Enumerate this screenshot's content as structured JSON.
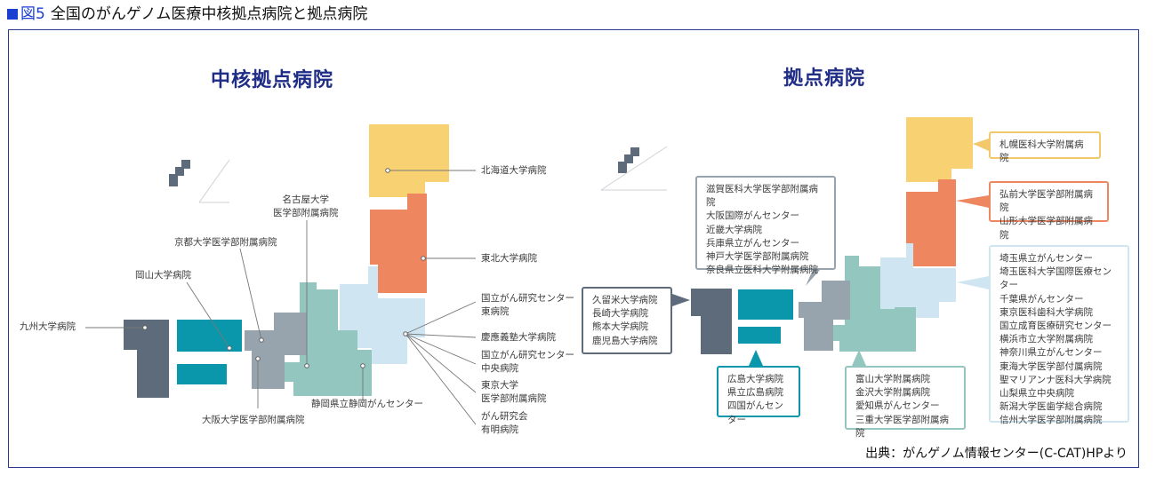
{
  "figure": {
    "label": "図5",
    "title": "全国のがんゲノム医療中核拠点病院と拠点病院"
  },
  "colors": {
    "hokkaido": "#f8d272",
    "tohoku": "#ee8660",
    "kanto": "#cfe6f2",
    "chubu": "#93c6bf",
    "kinki": "#97a4ad",
    "chugoku": "#0a97ac",
    "kyushu": "#5d6b7b",
    "frame": "#2a3b8f",
    "heading": "#1f2d86"
  },
  "core": {
    "heading": "中核拠点病院",
    "labels": {
      "hokkaido": "北海道大学病院",
      "tohoku": "東北大学病院",
      "ncc_east_1": "国立がん研究センター",
      "ncc_east_2": "東病院",
      "keio": "慶應義塾大学病院",
      "ncc_central_1": "国立がん研究センター",
      "ncc_central_2": "中央病院",
      "tokyo_1": "東京大学",
      "tokyo_2": "医学部附属病院",
      "ariake_1": "がん研究会",
      "ariake_2": "有明病院",
      "shizuoka": "静岡県立静岡がんセンター",
      "nagoya_1": "名古屋大学",
      "nagoya_2": "医学部附属病院",
      "kyoto": "京都大学医学部附属病院",
      "osaka": "大阪大学医学部附属病院",
      "okayama": "岡山大学病院",
      "kyushu": "九州大学病院"
    }
  },
  "base": {
    "heading": "拠点病院",
    "sapporo": [
      "札幌医科大学附属病院"
    ],
    "tohoku": [
      "弘前大学医学部附属病院",
      "山形大学医学部附属病院"
    ],
    "kanto": [
      "埼玉県立がんセンター",
      "埼玉医科大学国際医療センター",
      "千葉県がんセンター",
      "東京医科歯科大学病院",
      "国立成育医療研究センター",
      "横浜市立大学附属病院",
      "神奈川県立がんセンター",
      "東海大学医学部付属病院",
      "聖マリアンナ医科大学病院",
      "山梨県立中央病院",
      "新潟大学医歯学総合病院",
      "信州大学医学部附属病院"
    ],
    "kinki": [
      "滋賀医科大学医学部附属病院",
      "大阪国際がんセンター",
      "近畿大学病院",
      "兵庫県立がんセンター",
      "神戸大学医学部附属病院",
      "奈良県立医科大学附属病院"
    ],
    "kyushu": [
      "久留米大学病院",
      "長崎大学病院",
      "熊本大学病院",
      "鹿児島大学病院"
    ],
    "chugoku": [
      "広島大学病院",
      "県立広島病院",
      "四国がんセンター"
    ],
    "chubu": [
      "富山大学附属病院",
      "金沢大学附属病院",
      "愛知県がんセンター",
      "三重大学医学部附属病院"
    ]
  },
  "source": "出典：がんゲノム情報センター(C-CAT)HPより"
}
